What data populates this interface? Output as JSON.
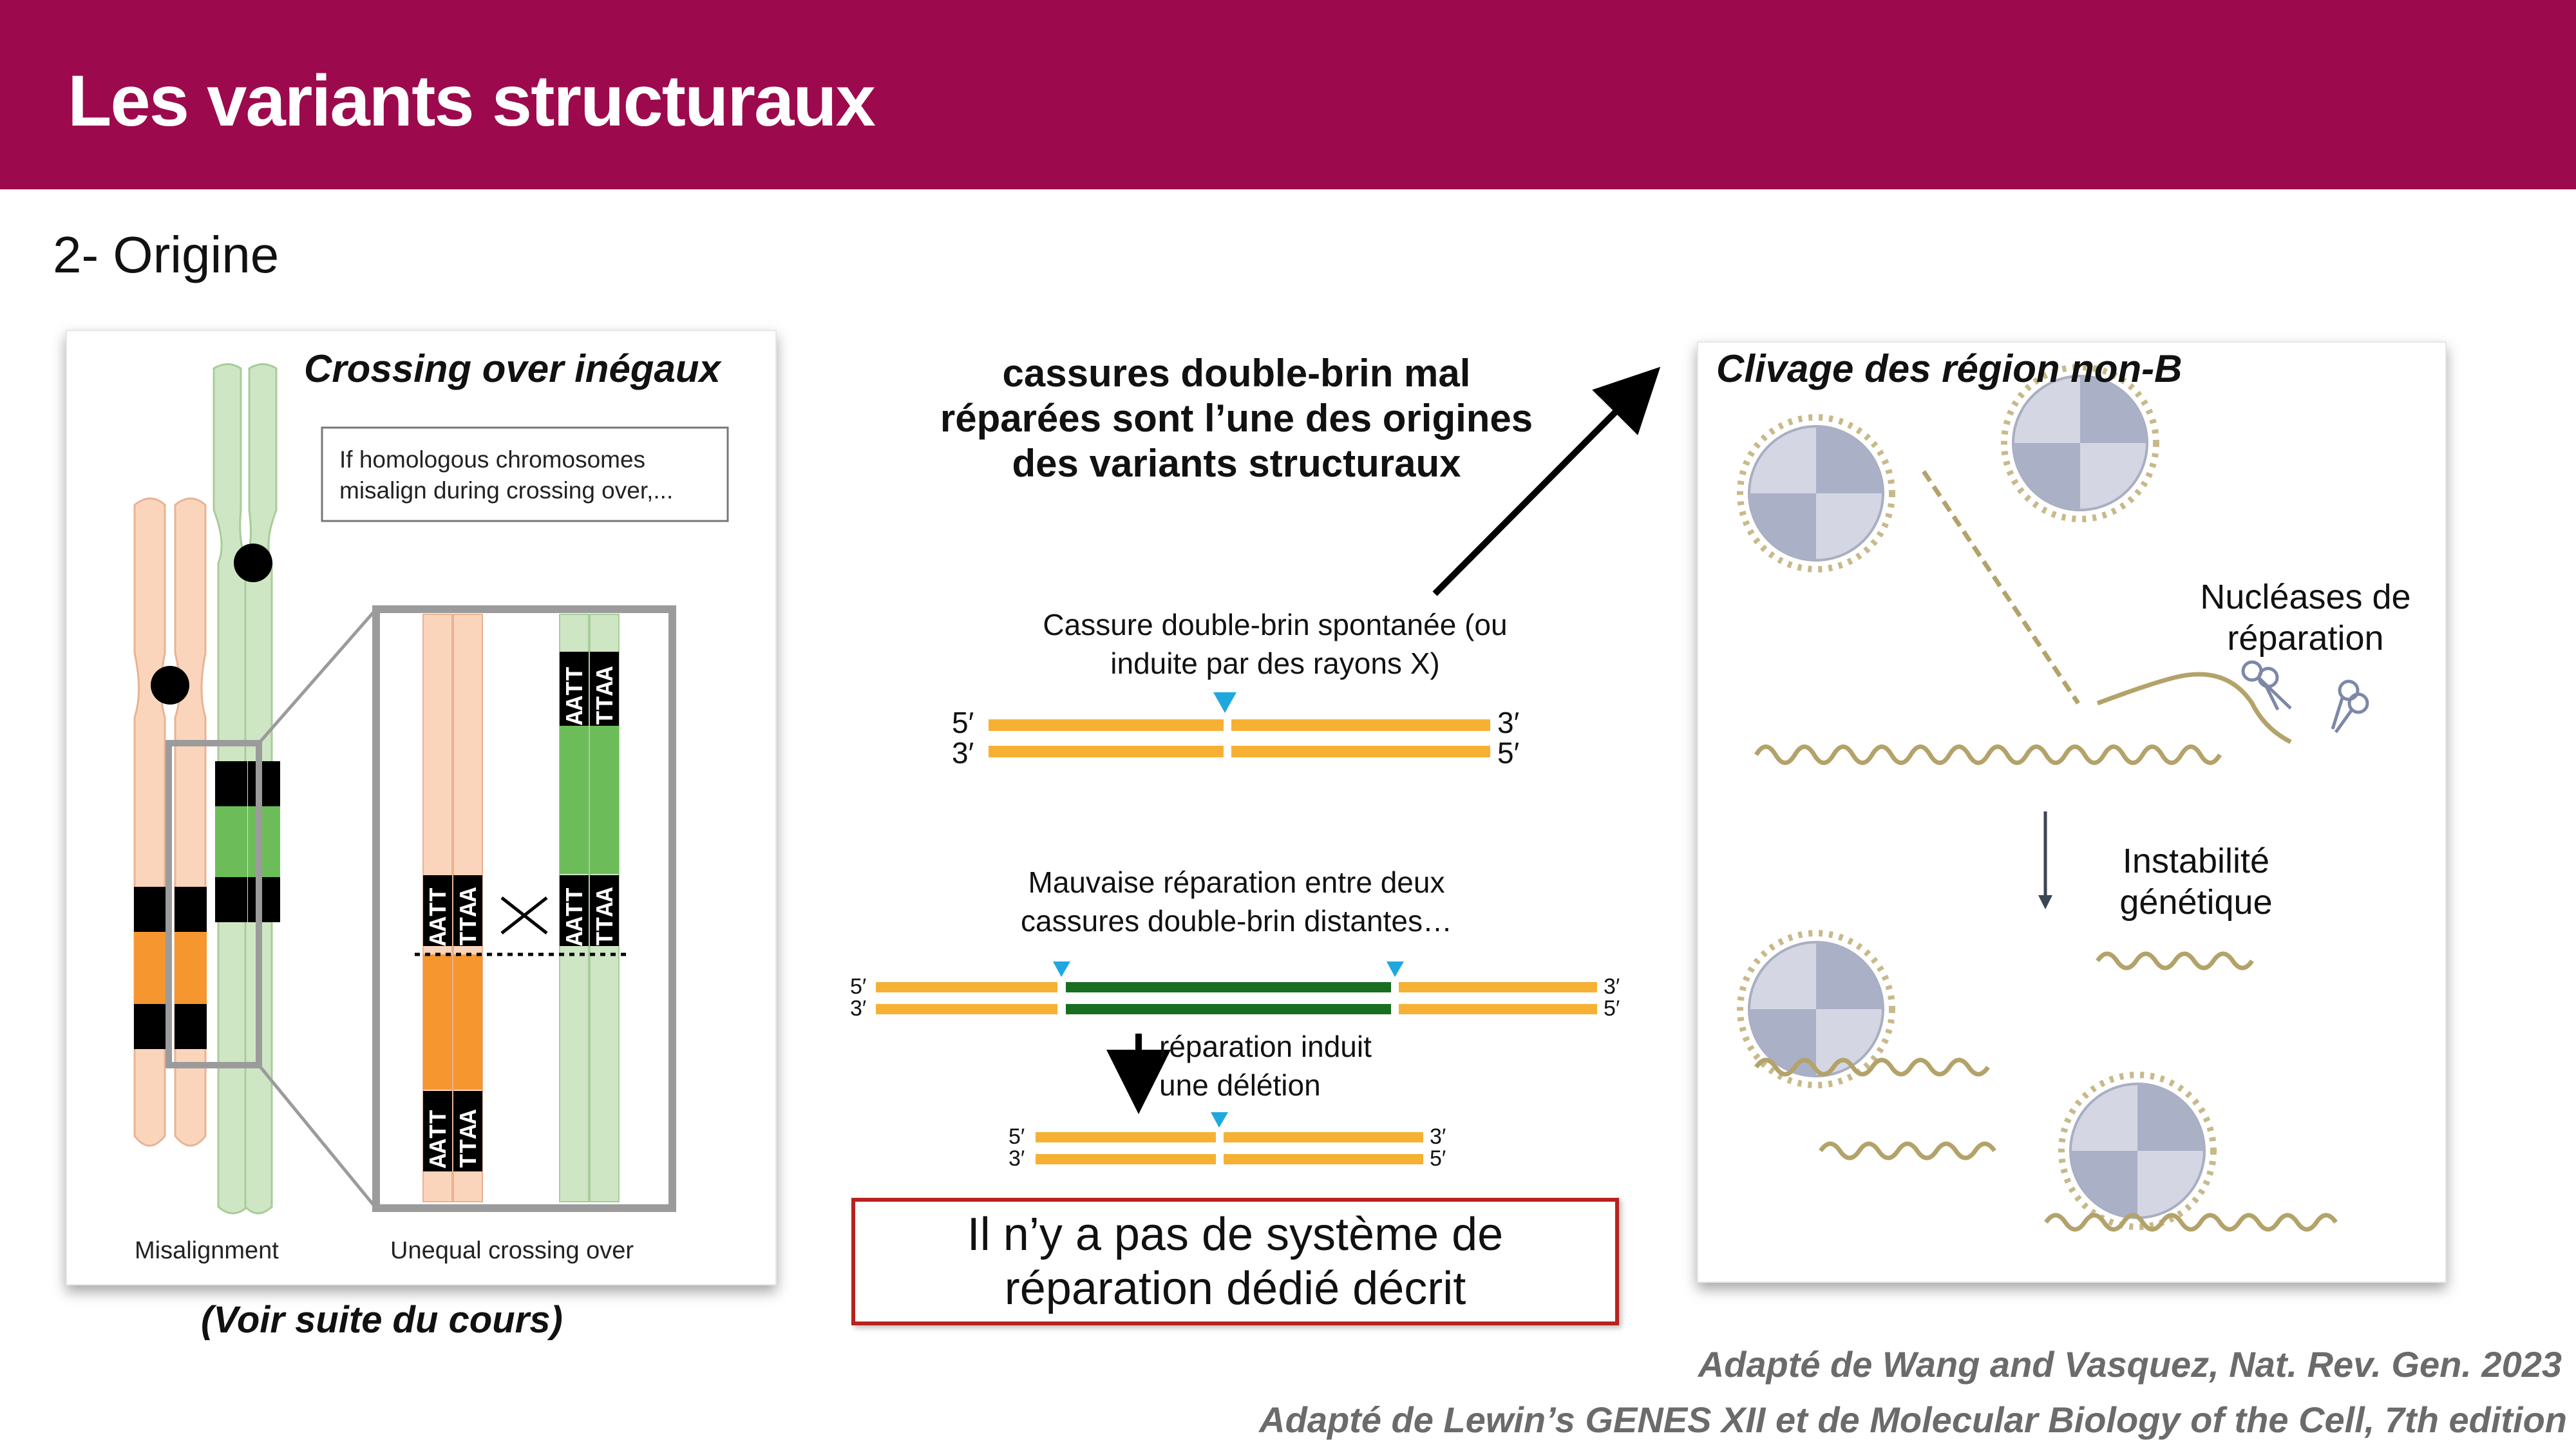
{
  "header": {
    "title": "Les variants structuraux"
  },
  "section": {
    "subtitle": "2- Origine"
  },
  "left_panel": {
    "heading": "Crossing over inégaux",
    "callout_lines": [
      "If homologous chromosomes",
      "misalign during crossing over,..."
    ],
    "label_misalignment": "Misalignment",
    "label_unequal": "Unequal crossing over",
    "seq_top": "AATT",
    "seq_bottom": "TTAA",
    "footnote": "(Voir suite du cours)"
  },
  "center": {
    "heading_lines": [
      "cassures double-brin mal",
      "réparées sont l’une des origines",
      "des variants structuraux"
    ],
    "break_caption_lines": [
      "Cassure double-brin spontanée (ou",
      "induite par des rayons X)"
    ],
    "misrepair_caption_lines": [
      "Mauvaise réparation entre deux",
      "cassures double-brin distantes…"
    ],
    "arrow_caption_lines": [
      "réparation induit",
      "une délétion"
    ],
    "strand_ends": {
      "five": "5′",
      "three": "3′"
    },
    "box_text_lines": [
      "Il n’y a pas de système de",
      "réparation dédié décrit"
    ]
  },
  "right_panel": {
    "heading": "Clivage des région non-B",
    "nuclease_lines": [
      "Nucléases de",
      "réparation"
    ],
    "instability_lines": [
      "Instabilité",
      "génétique"
    ]
  },
  "credits": [
    "Adapté de Wang and Vasquez, Nat. Rev. Gen. 2023",
    "Adapté de Lewin’s GENES XII et de Molecular Biology of the Cell, 7th edition"
  ],
  "colors": {
    "header_bg": "#9c0a4d",
    "dna_orange": "#f6b134",
    "dna_green": "#1a6e23",
    "break_marker": "#1fa8e0",
    "chrom_peach": "#fbd5bb",
    "chrom_green": "#cfe6c4",
    "band_orange": "#f5962f",
    "band_green": "#6cbd5a",
    "box_border_red": "#b8211d"
  }
}
